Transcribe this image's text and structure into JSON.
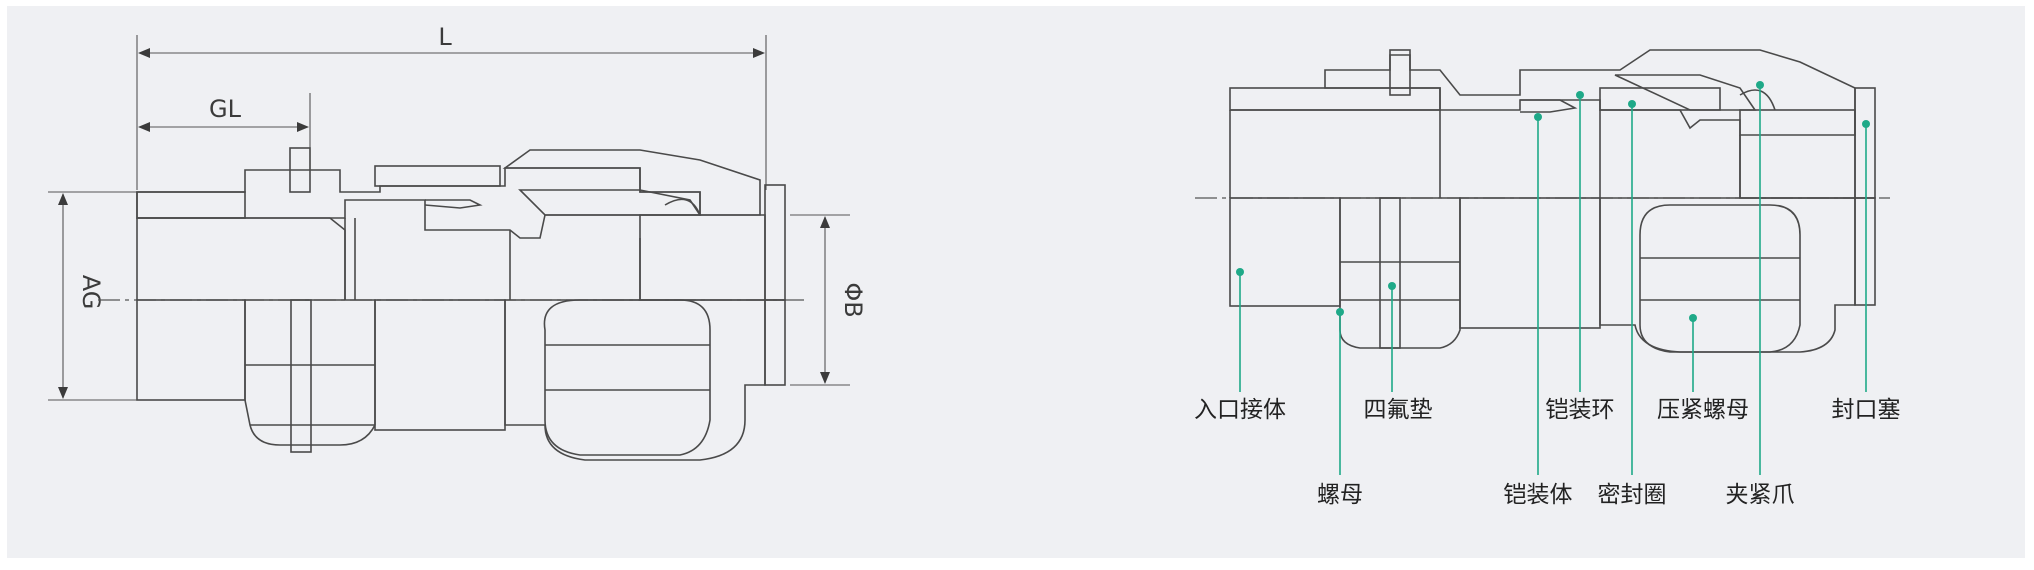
{
  "colors": {
    "panel_bg": "#eff0f3",
    "line": "#4a4a4a",
    "leader": "#1fa988"
  },
  "left_view": {
    "dimensions": {
      "length": "L",
      "thread_length": "GL",
      "thread_size": "AG",
      "cable_diameter": "ΦB"
    }
  },
  "right_view": {
    "labels": {
      "inlet_body": "入口接体",
      "nut": "螺母",
      "ptfe_gasket": "四氟垫",
      "armor_body": "铠装体",
      "armor_ring": "铠装环",
      "seal_ring": "密封圈",
      "compression_nut": "压紧螺母",
      "clamp_claw": "夹紧爪",
      "blanking_plug": "封口塞"
    }
  }
}
